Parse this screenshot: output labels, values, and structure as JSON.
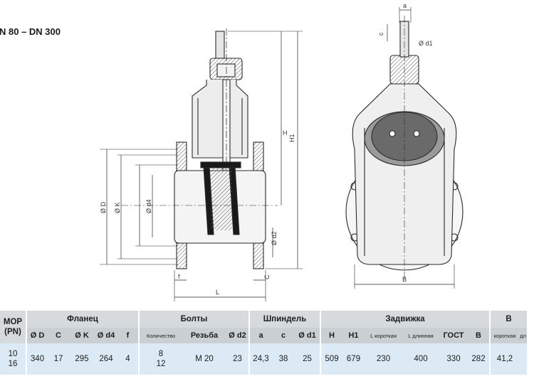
{
  "heading": "N 80 – DN 300",
  "drawing_labels": {
    "a": "a",
    "c": "c",
    "d1": "Ø d1",
    "H": "H",
    "H1": "H1",
    "D": "Ø D",
    "K": "Ø K",
    "d4": "Ø d4",
    "d2": "Ø d2",
    "f": "f",
    "C": "C",
    "L": "L",
    "B": "B"
  },
  "table": {
    "groups": {
      "pn": "МОР\n(PN)",
      "flange": "Фланец",
      "bolts": "Болты",
      "spindle": "Шпиндель",
      "valve": "Задвижка",
      "extra": "В"
    },
    "columns": [
      "Ø D",
      "C",
      "Ø K",
      "Ø d4",
      "f",
      "Количество",
      "Резьба",
      "Ø d2",
      "a",
      "c",
      "Ø d1",
      "H",
      "H1",
      "L короткая",
      "L длинная",
      "ГОСТ",
      "B",
      "короткая",
      "дл"
    ],
    "row": {
      "pn": [
        "10",
        "16"
      ],
      "D": "340",
      "C": "17",
      "K": "295",
      "d4": "264",
      "f": "4",
      "qty": [
        "8",
        "12"
      ],
      "thread": "M 20",
      "d2": "23",
      "a": "24,3",
      "c": "38",
      "d1": "25",
      "H": "509",
      "H1": "679",
      "L_short": "230",
      "L_long": "400",
      "gost": "330",
      "B": "282",
      "extra_short": "41,2",
      "extra_long": ""
    }
  }
}
